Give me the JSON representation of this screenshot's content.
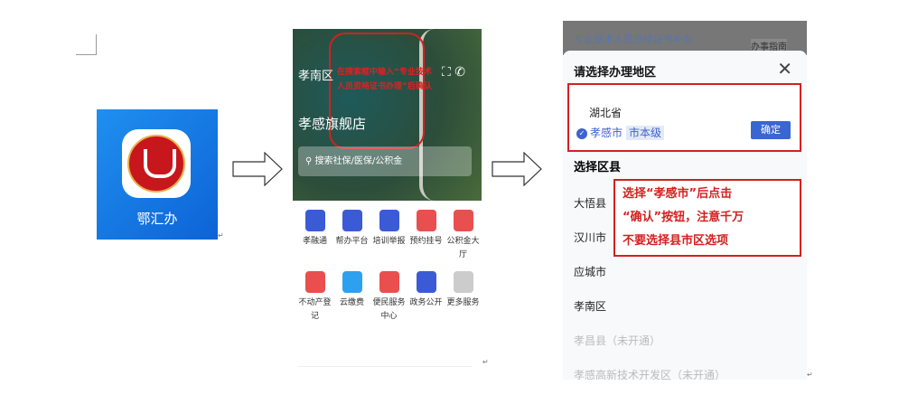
{
  "app": {
    "name": "鄂汇办"
  },
  "middle": {
    "location": "孝南区",
    "annotation": "在搜索框中输入“专业技术人员资格证书办理”后确认",
    "shop": "孝感旗舰店",
    "search_placeholder": "搜索社保/医保/公积金",
    "services": [
      {
        "label": "孝融通",
        "color": "#3b5bd6"
      },
      {
        "label": "帮办平台",
        "color": "#3b5bd6"
      },
      {
        "label": "培训举报",
        "color": "#3b5bd6"
      },
      {
        "label": "预约挂号",
        "color": "#ea4f4f"
      },
      {
        "label": "公积金大厅",
        "color": "#ea4f4f"
      },
      {
        "label": "不动产登记",
        "color": "#ea4f4f"
      },
      {
        "label": "云缴费",
        "color": "#2da1f0"
      },
      {
        "label": "便民服务中心",
        "color": "#ea4f4f"
      },
      {
        "label": "政务公开",
        "color": "#3b5bd6"
      },
      {
        "label": "更多服务",
        "color": "#cccccc"
      }
    ]
  },
  "right": {
    "top_title": "专业技术人员资格证书补办",
    "guide": "办事指南",
    "sheet_title": "请选择办理地区",
    "province": "湖北省",
    "city": "孝感市",
    "city_tag": "市本级",
    "confirm": "确定",
    "select_district": "选择区县",
    "annotation": [
      "选择“孝感市”后点击",
      "“确认”按钮，注意千万",
      "不要选择县市区选项"
    ],
    "districts": [
      {
        "label": "大悟县"
      },
      {
        "label": "汉川市"
      },
      {
        "label": "应城市"
      },
      {
        "label": "孝南区"
      },
      {
        "label": "孝昌县（未开通）"
      },
      {
        "label": "孝感高新技术开发区（未开通）"
      }
    ]
  }
}
